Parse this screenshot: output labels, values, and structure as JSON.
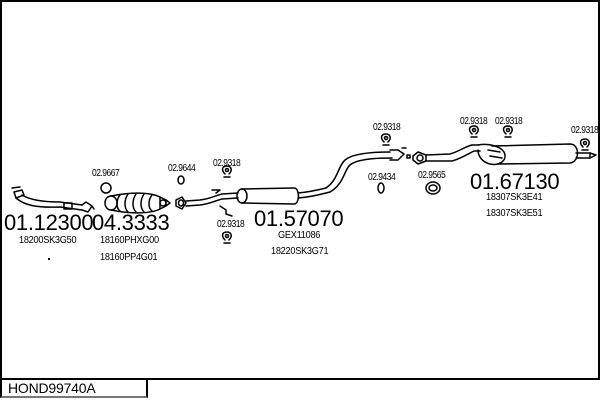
{
  "diagram": {
    "code": "HOND99740A",
    "parts": [
      {
        "id": "front-pipe",
        "part_number": "01.12300",
        "oem_numbers": [
          "18200SK3G50"
        ]
      },
      {
        "id": "catalytic-converter",
        "part_number": "04.3333",
        "oem_numbers": [
          "18160PHXG00",
          "18160PP4G01"
        ]
      },
      {
        "id": "middle-silencer",
        "part_number": "01.57070",
        "oem_numbers": [
          "GEX11086",
          "18220SK3G71"
        ]
      },
      {
        "id": "rear-silencer",
        "part_number": "01.67130",
        "oem_numbers": [
          "18307SK3E41",
          "18307SK3E51"
        ]
      }
    ],
    "accessories": [
      {
        "id": "gasket-cat-front",
        "label": "02.9667"
      },
      {
        "id": "gasket-cat-rear",
        "label": "02.9644"
      },
      {
        "id": "hanger-mid-top",
        "label": "02.9318"
      },
      {
        "id": "hanger-mid-bottom",
        "label": "02.9318"
      },
      {
        "id": "hanger-mid-rear",
        "label": "02.9318"
      },
      {
        "id": "gasket-mid-rear",
        "label": "02.9434"
      },
      {
        "id": "gasket-rear-front",
        "label": "02.9565"
      },
      {
        "id": "hanger-rear-1",
        "label": "02.9318"
      },
      {
        "id": "hanger-rear-2",
        "label": "02.9318"
      },
      {
        "id": "hanger-rear-3",
        "label": "02.9318"
      }
    ]
  }
}
